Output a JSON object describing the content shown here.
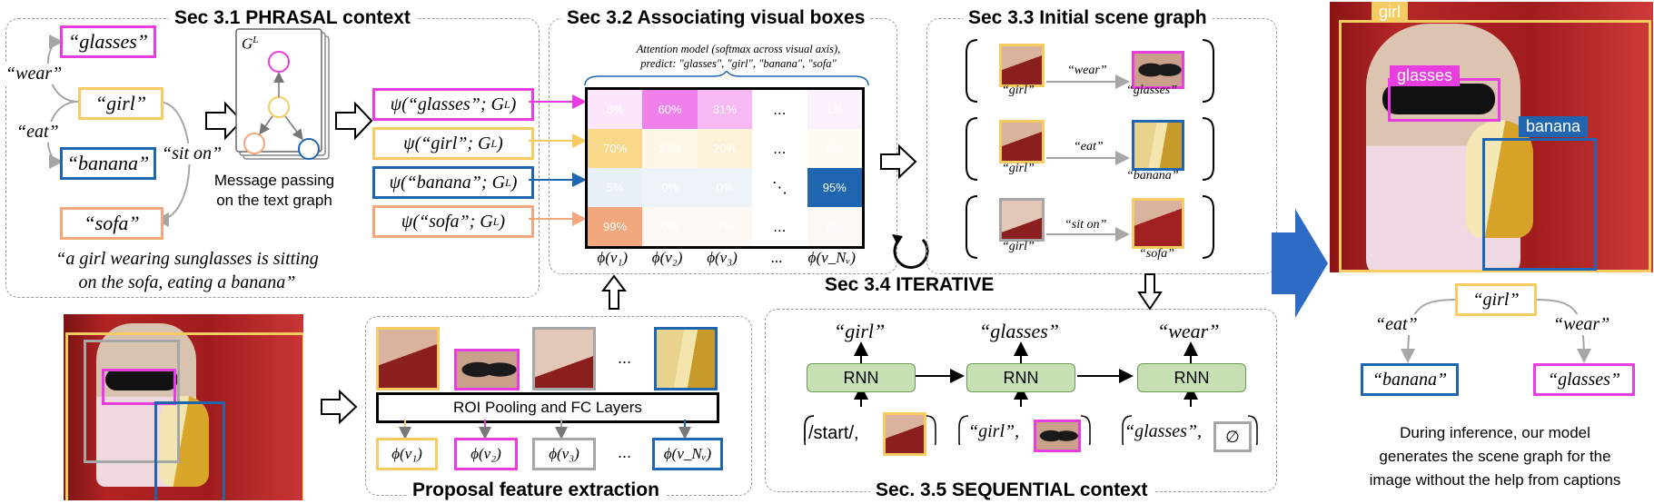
{
  "colors": {
    "magenta": "#e83ee0",
    "yellow": "#f6cb62",
    "blue": "#1f65b0",
    "orange": "#f2a77c",
    "gray": "#a6a6a6",
    "rnn": "#c5e0b3"
  },
  "sec31": {
    "title": "Sec 3.1 PHRASAL context",
    "phrases": [
      "“glasses”",
      "“girl”",
      "“banana”",
      "“sofa”"
    ],
    "relations": [
      "“wear”",
      "“eat”",
      "“sit on”"
    ],
    "graph_label": "G",
    "graph_label_sup": "L",
    "graph_caption_1": "Message passing",
    "graph_caption_2": "on the text graph",
    "sentence_1": "“a girl wearing sunglasses is sitting",
    "sentence_2": "on the sofa, eating a banana”",
    "psi": [
      "ψ(“glasses”; G",
      "ψ(“girl”; G",
      "ψ(“banana”; G",
      "ψ(“sofa”; G"
    ],
    "psi_close": "L)"
  },
  "sec32": {
    "title": "Sec 3.2 Associating visual boxes",
    "note_1": "Attention model (softmax across visual axis),",
    "note_2": "predict: \"glasses\", \"girl\", \"banana\", \"sofa\"",
    "rows": [
      [
        "8%",
        "60%",
        "31%",
        "...",
        "1%"
      ],
      [
        "70%",
        "10%",
        "20%",
        "...",
        "0%"
      ],
      [
        "5%",
        "0%",
        "0%",
        "⋱",
        "95%"
      ],
      [
        "99%",
        "0%",
        "1%",
        "...",
        "0%"
      ]
    ],
    "phis": [
      "ϕ(v₁)",
      "ϕ(v₂)",
      "ϕ(v₃)",
      "...",
      "ϕ(v_Nᵥ)"
    ]
  },
  "sec33": {
    "title": "Sec 3.3 Initial scene graph",
    "rows": [
      {
        "subj": "“girl”",
        "rel": "“wear”",
        "obj": "“glasses”"
      },
      {
        "subj": "“girl”",
        "rel": "“eat”",
        "obj": "“banana”"
      },
      {
        "subj": "“girl”",
        "rel": "“sit on”",
        "obj": "“sofa”"
      }
    ]
  },
  "sec34": {
    "title": "Sec 3.4 ITERATIVE"
  },
  "sec35": {
    "title": "Sec. 3.5 SEQUENTIAL context",
    "rnn_label": "RNN",
    "outputs": [
      "“girl”",
      "“glasses”",
      "“wear”"
    ],
    "inputs": [
      "/start/,",
      "“girl”,",
      "“glasses”,"
    ],
    "empty_symbol": "∅"
  },
  "proposal": {
    "title": "Proposal feature extraction",
    "roi_label": "ROI Pooling and FC Layers",
    "dots": "...",
    "phis": [
      "ϕ(v₁)",
      "ϕ(v₂)",
      "ϕ(v₃)",
      "...",
      "ϕ(v_Nᵥ)"
    ]
  },
  "result": {
    "labels": [
      "girl",
      "glasses",
      "banana"
    ],
    "graph_root": "“girl”",
    "graph_rels": [
      "“eat”",
      "“wear”"
    ],
    "graph_leaves": [
      "“banana”",
      "“glasses”"
    ],
    "caption_1": "During inference, our model",
    "caption_2": "generates the scene graph for the",
    "caption_3": "image without the help from captions"
  }
}
